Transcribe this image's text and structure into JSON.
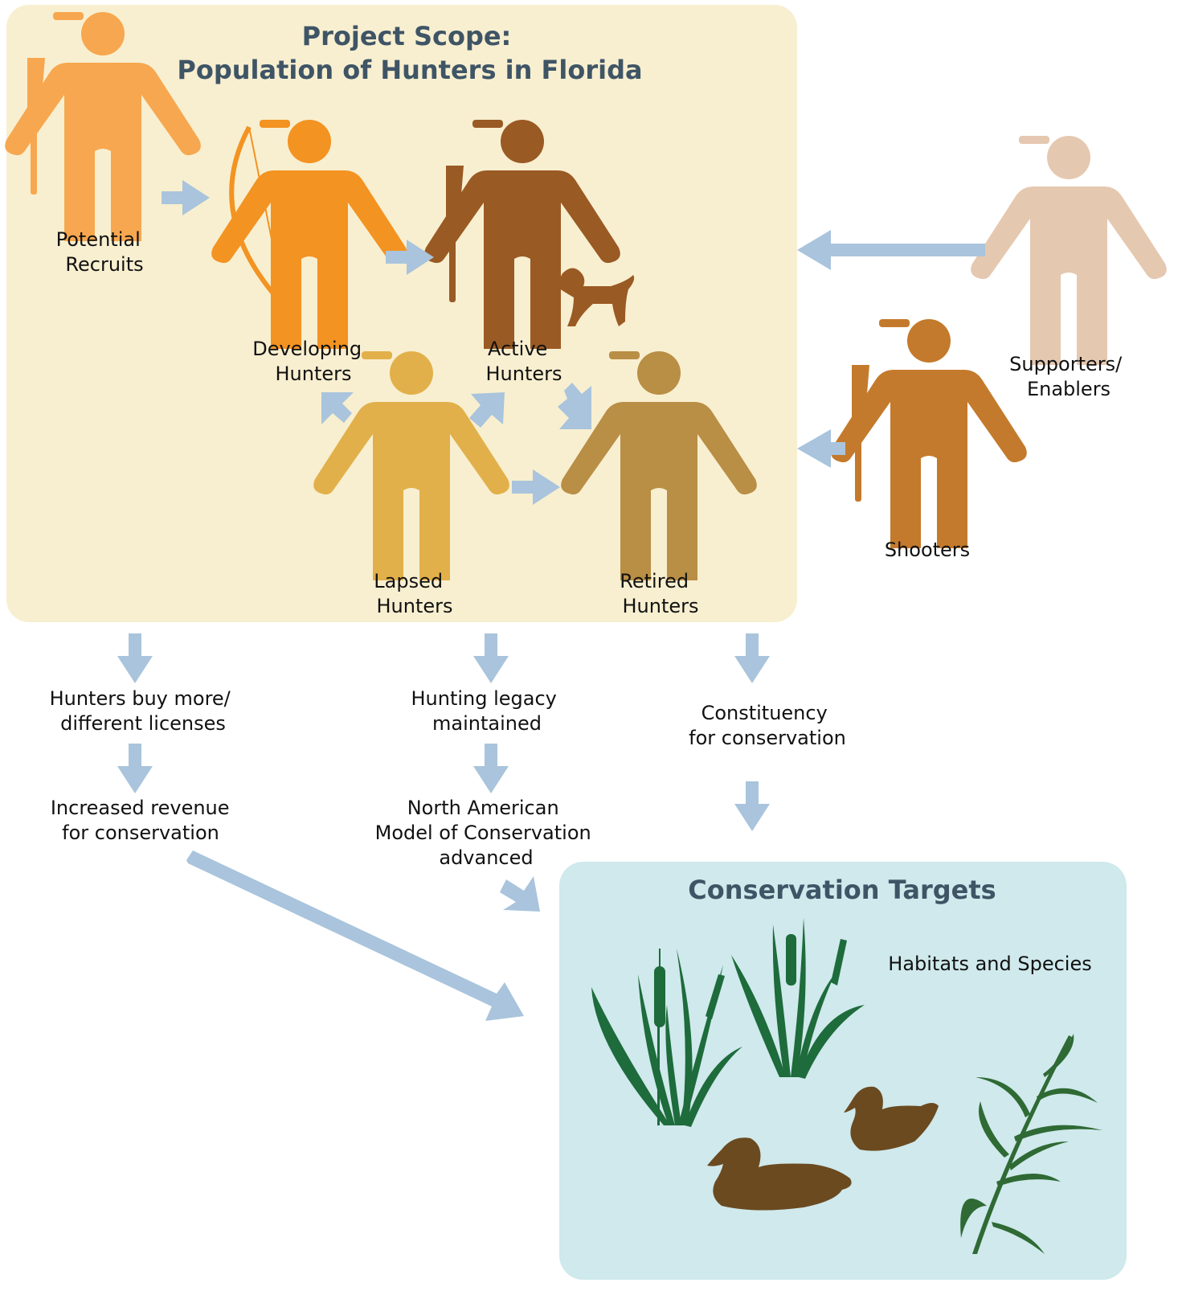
{
  "scope": {
    "title_line1": "Project Scope:",
    "title_line2": "Population of Hunters in Florida"
  },
  "people": {
    "potential_recruits": [
      "Potential",
      "Recruits"
    ],
    "developing_hunters": [
      "Developing",
      "Hunters"
    ],
    "active_hunters": [
      "Active",
      "Hunters"
    ],
    "lapsed_hunters": [
      "Lapsed",
      "Hunters"
    ],
    "retired_hunters": [
      "Retired",
      "Hunters"
    ],
    "supporters": [
      "Supporters/",
      "Enablers"
    ],
    "shooters": [
      "Shooters"
    ]
  },
  "outcomes": {
    "licenses": [
      "Hunters buy more/",
      "different licenses"
    ],
    "revenue": [
      "Increased revenue",
      "for conservation"
    ],
    "legacy": [
      "Hunting legacy",
      "maintained"
    ],
    "model": [
      "North American",
      "Model of Conservation",
      "advanced"
    ],
    "constituency": [
      "Constituency",
      "for conservation"
    ]
  },
  "targets": {
    "title": "Conservation Targets",
    "subtitle": "Habitats and Species"
  },
  "colors": {
    "scope_bg": "#f8efd0",
    "targets_bg": "#cfe9ec",
    "arrow": "#a9c4dc",
    "title": "#3f5566",
    "potential": "#f7a74f",
    "developing": "#f39322",
    "active": "#9a5a24",
    "lapsed": "#e2b04a",
    "retired": "#b98e45",
    "supporters": "#e5c8b0",
    "shooters": "#c47a2c",
    "plant": "#1e6b3c",
    "duck": "#6b4a20"
  }
}
